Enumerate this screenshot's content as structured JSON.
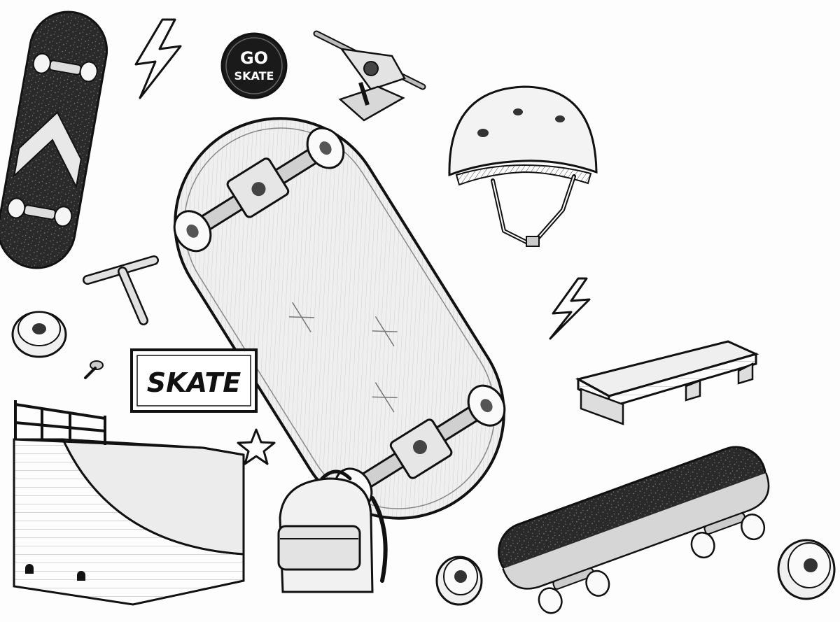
{
  "badge": {
    "line1": "GO",
    "line2": "SKATE"
  },
  "sign": {
    "text": "SKATE"
  },
  "colors": {
    "ink": "#111111",
    "paper": "#fdfdfd",
    "shade": "#d9d9d9"
  }
}
